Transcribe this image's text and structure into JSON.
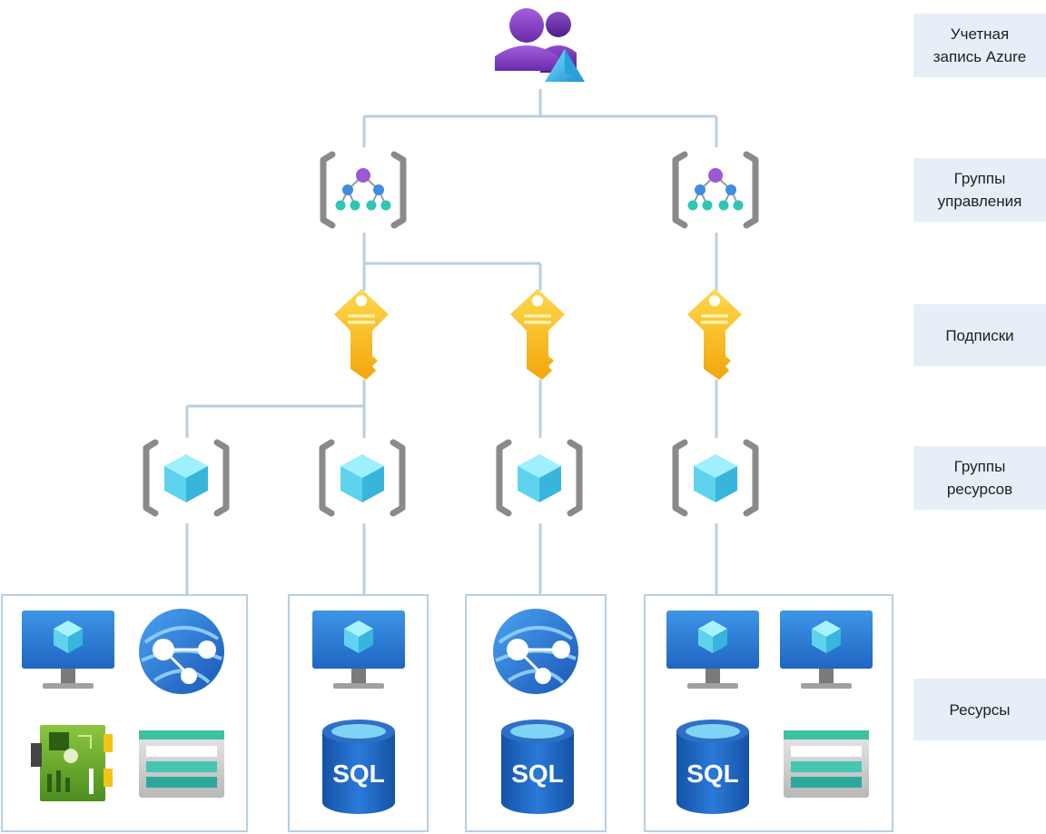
{
  "levels": {
    "account": "Учетная\nзапись Azure",
    "management_groups": "Группы\nуправления",
    "subscriptions": "Подписки",
    "resource_groups": "Группы\nресурсов",
    "resources": "Ресурсы"
  },
  "sql_label": "SQL",
  "colors": {
    "connector": "#b9cfe3",
    "box_border": "#b9cfe3",
    "label_bg": "#e6eef7",
    "bracket": "#8a8a8a",
    "key": "#f7c325",
    "cube": "#5fd3ee",
    "monitor": "#2e7fd6",
    "sql": "#1e63b8",
    "user": "#8a3fc7"
  },
  "icons": {
    "account": "azure-account-users-icon",
    "management_group": "management-group-icon",
    "subscription": "subscription-key-icon",
    "resource_group": "resource-group-icon",
    "virtual_machine": "virtual-machine-icon",
    "app_service": "app-service-icon",
    "sql_database": "sql-database-icon",
    "iot_device": "circuit-board-icon",
    "storage": "storage-account-icon"
  }
}
